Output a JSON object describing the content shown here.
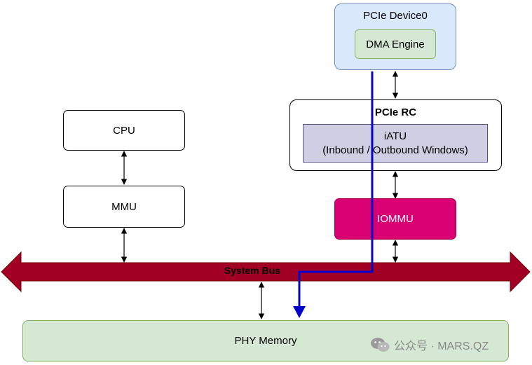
{
  "nodes": {
    "pcie_device": {
      "label": "PCIe Device0",
      "fill": "#dae8fc",
      "stroke": "#6c8ebf"
    },
    "dma_engine": {
      "label": "DMA Engine",
      "fill": "#d5e8d4",
      "stroke": "#82b366"
    },
    "pcie_rc": {
      "label": "PCIe RC",
      "fill": "#ffffff",
      "stroke": "#000000"
    },
    "iatu": {
      "line1": "iATU",
      "line2": "(Inbound / Outbound Windows)",
      "fill": "#d0cee2",
      "stroke": "#56517e"
    },
    "cpu": {
      "label": "CPU"
    },
    "mmu": {
      "label": "MMU"
    },
    "iommu": {
      "label": "IOMMU",
      "fill": "#d80073",
      "stroke": "#a50040",
      "text_color": "#ffffff"
    },
    "system_bus": {
      "label": "System Bus",
      "fill": "#a20025",
      "stroke": "#6f0000"
    },
    "phy_memory": {
      "label": "PHY Memory",
      "fill": "#d5e8d4",
      "stroke": "#82b366"
    }
  },
  "dma_path_color": "#0000cc",
  "watermark": {
    "text": "公众号 · MARS.QZ",
    "icon": "wechat-icon"
  }
}
